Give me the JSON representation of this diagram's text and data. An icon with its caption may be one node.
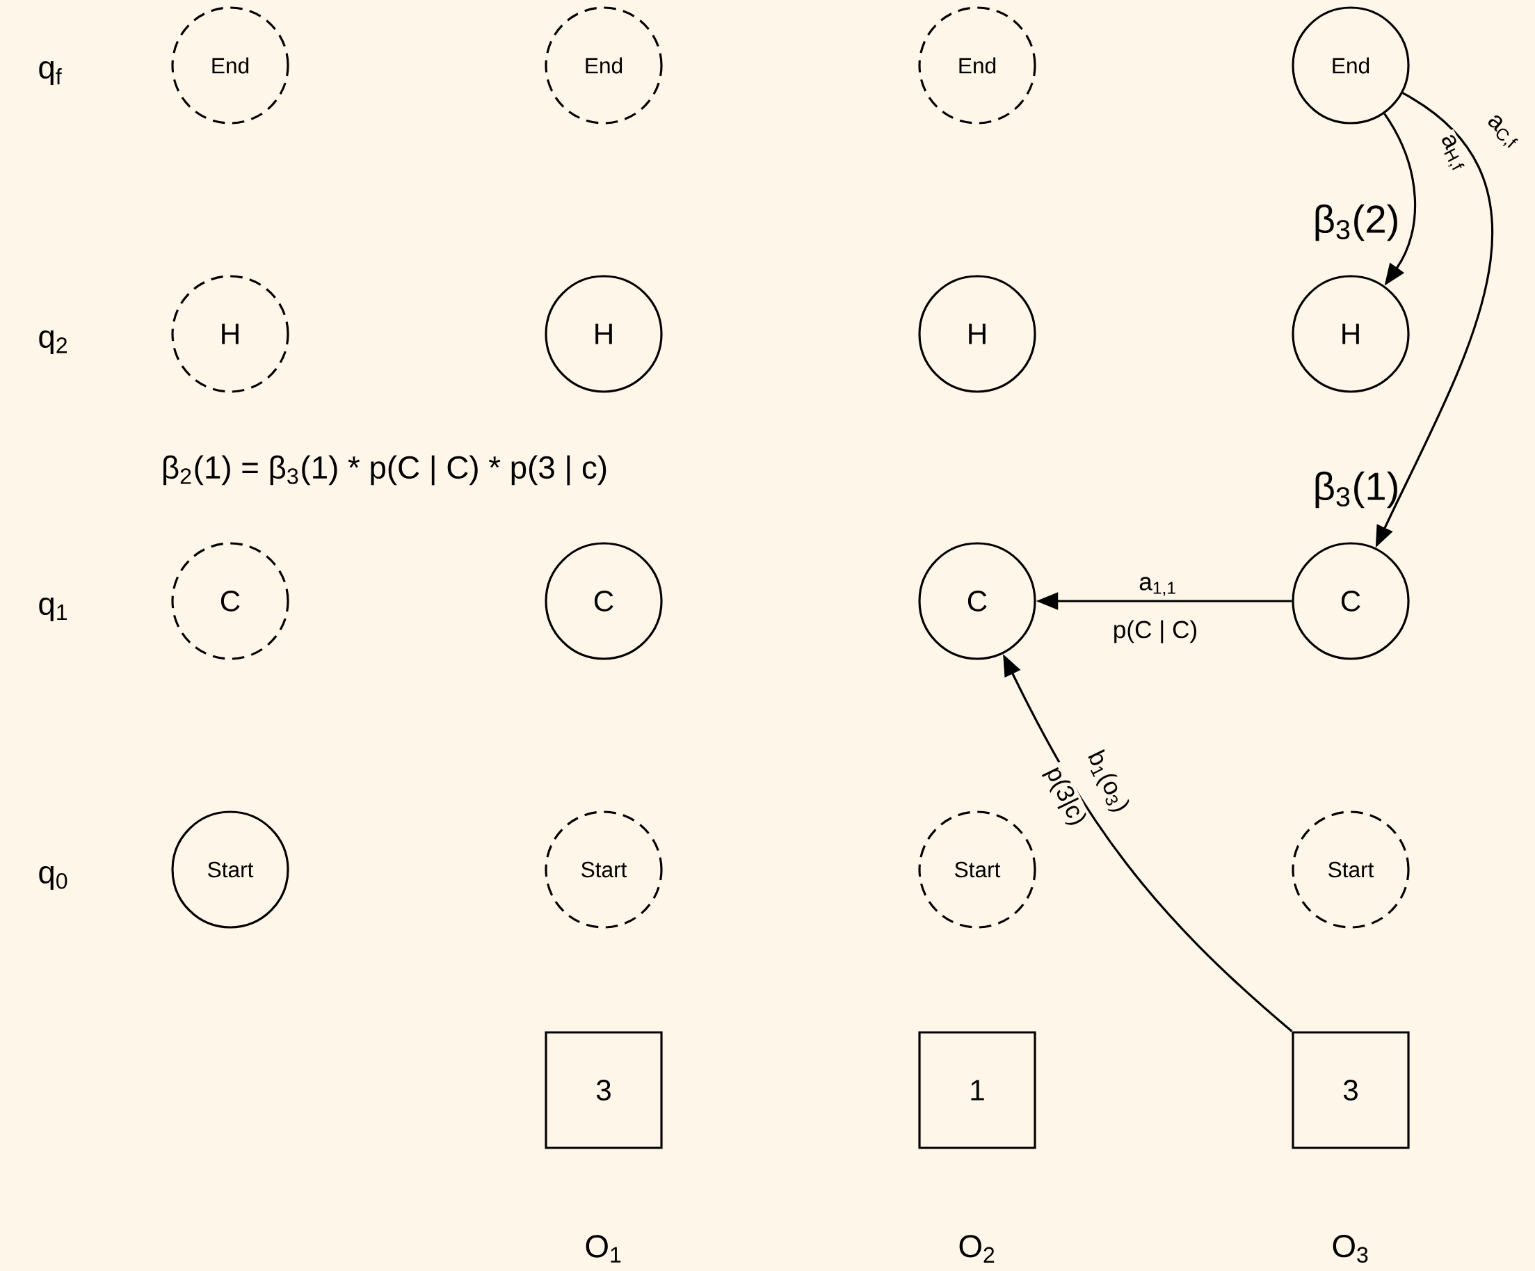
{
  "diagram": {
    "nodes": [
      {
        "text": [
          "End"
        ]
      },
      {
        "text": [
          "End"
        ]
      },
      {
        "text": [
          "End"
        ]
      },
      {
        "text": [
          "End"
        ]
      },
      {
        "text": [
          "H"
        ]
      },
      {
        "text": [
          "H"
        ]
      },
      {
        "text": [
          "H"
        ]
      },
      {
        "text": [
          "H"
        ],
        "beside": [
          "β$_{3}$(2)"
        ]
      },
      {
        "text": [
          "C"
        ]
      },
      {
        "text": [
          "C"
        ]
      },
      {
        "text": [
          "C"
        ]
      },
      {
        "text": [
          "C"
        ],
        "beside": [
          "β$_{3}$(1)"
        ]
      },
      {
        "text": [
          "Start"
        ]
      },
      {
        "text": [
          "Start"
        ]
      },
      {
        "text": [
          "Start"
        ]
      },
      {
        "text": [
          "Start"
        ]
      },
      {
        "text": [
          "3"
        ]
      },
      {
        "text": [
          "1"
        ]
      },
      {
        "text": [
          "3"
        ]
      }
    ],
    "edges": [
      {
        "from": 3,
        "to": 7,
        "arrow": "to",
        "label": "a$_{H,f}$"
      },
      {
        "from": 3,
        "to": 11,
        "arrow": "to",
        "label": "a$_{C,f}$"
      },
      {
        "from": 11,
        "to": 10,
        "arrow": "to",
        "label": "a$_{1,1}$"
      },
      {
        "from": 18,
        "to": 10,
        "arrow": "to",
        "label": "b$_{1}$(o$_{3}$)"
      }
    ],
    "labels": [
      "q$_{f}$",
      "q$_{2}$",
      "β$_{2}$(1) = β$_{3}$(1) * p(C | C) * p(3 | c)",
      "q$_{1}$",
      "p(C | C)",
      "p(3|c)",
      "q$_{0}$",
      "O$_{1}$",
      "O$_{2}$",
      "O$_{3}$"
    ]
  }
}
